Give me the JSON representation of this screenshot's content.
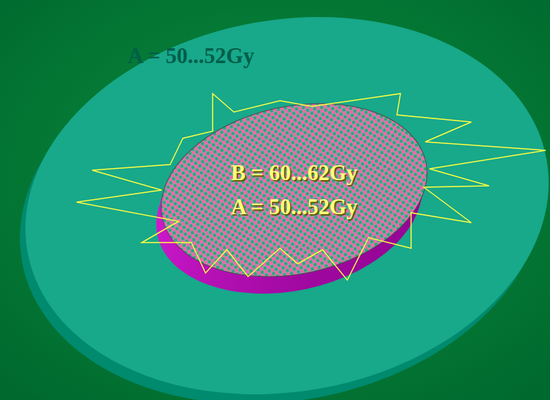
{
  "diagram": {
    "nodes": [
      {
        "text": [
          "A = 50...52Gy"
        ]
      },
      {
        "text": [
          "B = 60...62Gy",
          "A = 50...52Gy"
        ],
        "in": 0
      }
    ]
  }
}
